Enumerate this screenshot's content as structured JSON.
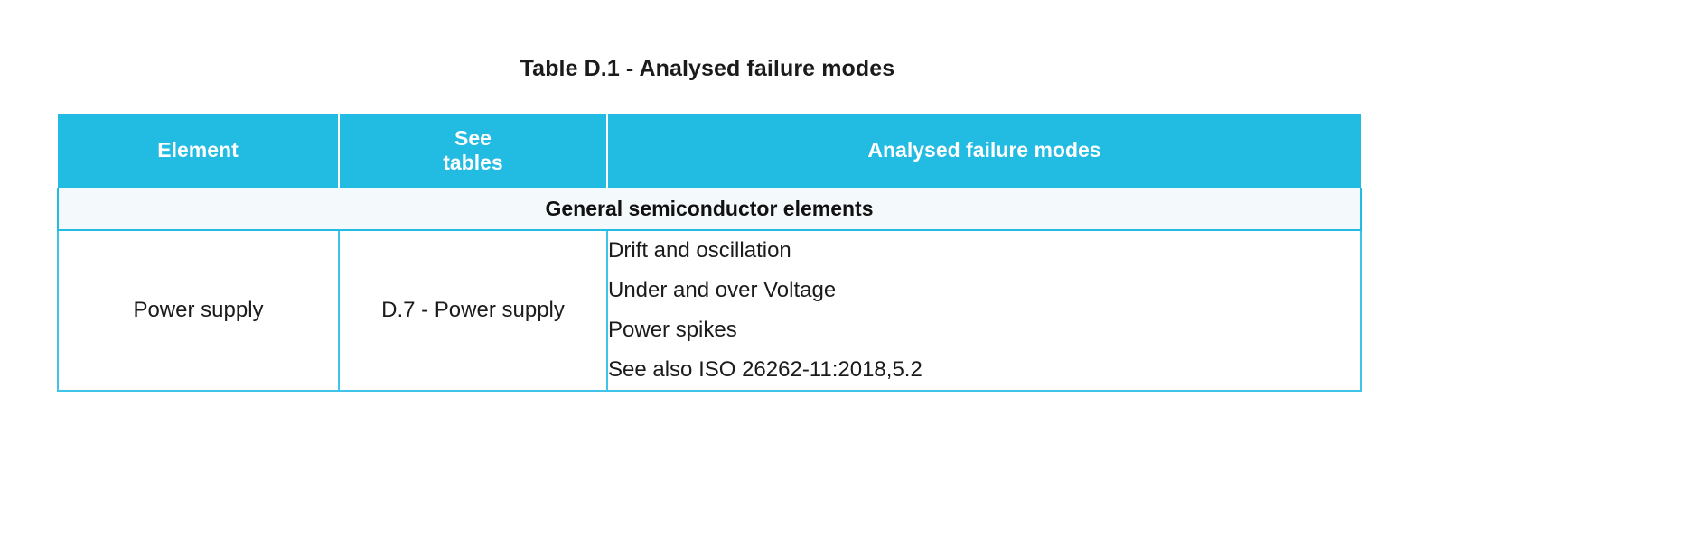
{
  "document": {
    "caption": "Table D.1 - Analysed failure modes"
  },
  "table": {
    "headers": {
      "element": "Element",
      "see_tables_line1": "See",
      "see_tables_line2": "tables",
      "analysed_failure_modes": "Analysed failure modes"
    },
    "sections": [
      {
        "title": "General semiconductor elements",
        "rows": [
          {
            "element": "Power supply",
            "see_tables": "D.7 - Power supply",
            "failure_modes": [
              "Drift and oscillation",
              "Under and over Voltage",
              "Power spikes",
              "See also ISO 26262-11:2018,5.2"
            ]
          }
        ]
      }
    ]
  },
  "colors": {
    "header_background": "#22bbe2",
    "header_text": "#ffffff",
    "section_background": "#f4f9fc",
    "border": "#3fc3e8",
    "body_text": "#1b1b1b",
    "page_background": "#ffffff"
  }
}
